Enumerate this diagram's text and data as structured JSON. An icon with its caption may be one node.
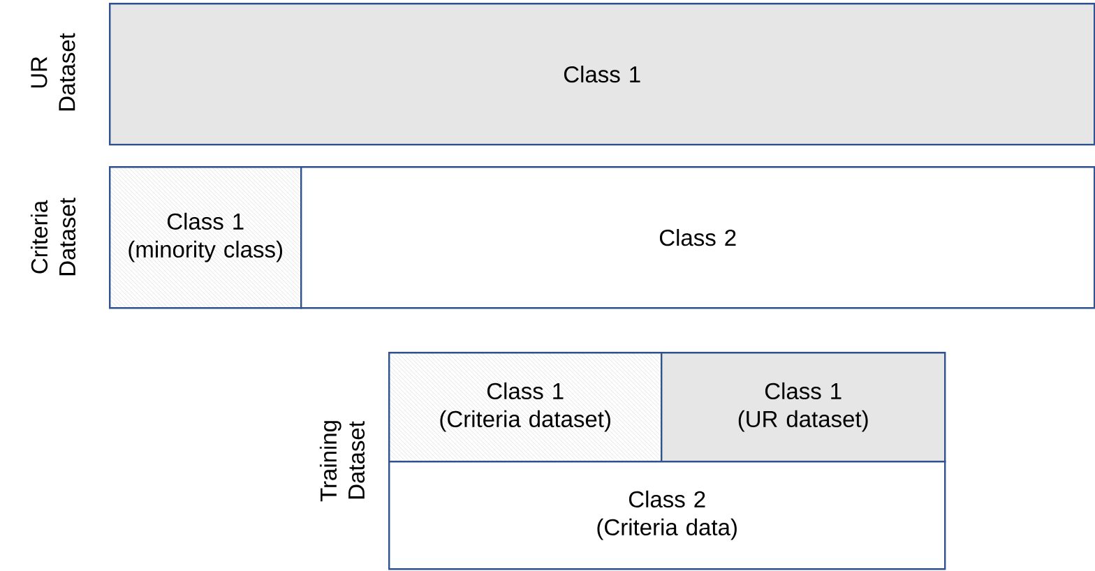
{
  "diagram": {
    "nodes": [
      {
        "text": [
          "Class 1"
        ]
      },
      {
        "text": [
          "Class 1 (minority class)"
        ]
      },
      {
        "text": [
          "Class 2"
        ]
      },
      {
        "text": [
          "Class 1 (Criteria dataset)"
        ]
      },
      {
        "text": [
          "Class 1 (UR dataset)"
        ]
      },
      {
        "text": [
          "Class 2 (Criteria data)"
        ]
      }
    ],
    "labels": [
      "UR Dataset",
      "Criteria Dataset",
      "Training Dataset"
    ]
  }
}
